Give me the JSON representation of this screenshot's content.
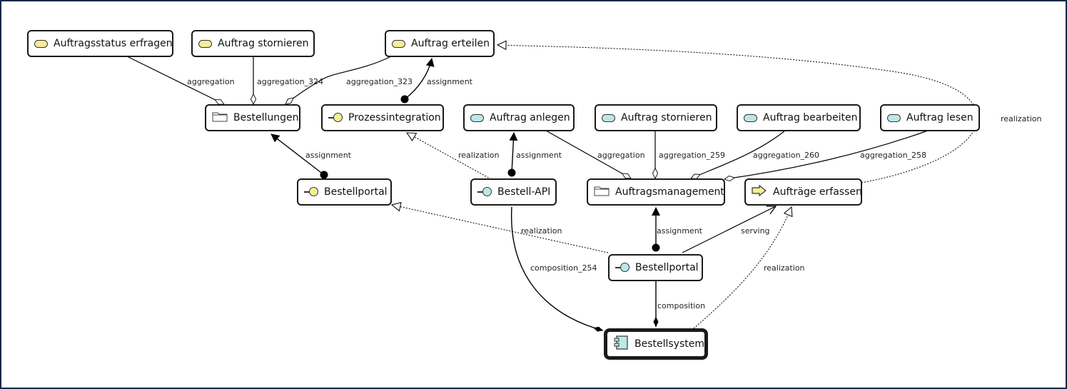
{
  "diagram": {
    "nodes": [
      {
        "id": "n1",
        "label": "Auftragsstatus erfragen",
        "icon": "business-service-icon"
      },
      {
        "id": "n2",
        "label": "Auftrag stornieren",
        "icon": "business-service-icon"
      },
      {
        "id": "n3",
        "label": "Auftrag erteilen",
        "icon": "business-service-icon"
      },
      {
        "id": "n4",
        "label": "Bestellungen",
        "icon": "folder-icon"
      },
      {
        "id": "n5",
        "label": "Prozessintegration",
        "icon": "business-interface-icon"
      },
      {
        "id": "n6",
        "label": "Auftrag anlegen",
        "icon": "application-service-icon"
      },
      {
        "id": "n7",
        "label": "Auftrag stornieren",
        "icon": "application-service-icon"
      },
      {
        "id": "n8",
        "label": "Auftrag bearbeiten",
        "icon": "application-service-icon"
      },
      {
        "id": "n9",
        "label": "Auftrag lesen",
        "icon": "application-service-icon"
      },
      {
        "id": "n10",
        "label": "Bestellportal",
        "icon": "business-interface-icon"
      },
      {
        "id": "n11",
        "label": "Bestell-API",
        "icon": "application-interface-icon"
      },
      {
        "id": "n12",
        "label": "Auftragsmanagement",
        "icon": "folder-icon"
      },
      {
        "id": "n13",
        "label": "Aufträge erfassen",
        "icon": "process-arrow-icon"
      },
      {
        "id": "n14",
        "label": "Bestellportal",
        "icon": "application-interface-icon"
      },
      {
        "id": "n15",
        "label": "Bestellsystem",
        "icon": "application-component-icon"
      }
    ],
    "edges": [
      {
        "id": "e1",
        "label": "aggregation"
      },
      {
        "id": "e2",
        "label": "aggregation_324"
      },
      {
        "id": "e3",
        "label": "aggregation_323"
      },
      {
        "id": "e4",
        "label": "assignment"
      },
      {
        "id": "e5",
        "label": "aggregation"
      },
      {
        "id": "e6",
        "label": "aggregation_259"
      },
      {
        "id": "e7",
        "label": "aggregation_260"
      },
      {
        "id": "e8",
        "label": "aggregation_258"
      },
      {
        "id": "e9",
        "label": "realization"
      },
      {
        "id": "e10",
        "label": "assignment"
      },
      {
        "id": "e11",
        "label": "realization"
      },
      {
        "id": "e12",
        "label": "assignment"
      },
      {
        "id": "e13",
        "label": "realization"
      },
      {
        "id": "e14",
        "label": "assignment"
      },
      {
        "id": "e15",
        "label": "serving"
      },
      {
        "id": "e16",
        "label": "composition_254"
      },
      {
        "id": "e17",
        "label": "realization"
      },
      {
        "id": "e18",
        "label": "composition"
      }
    ],
    "colors": {
      "business": "#f3ee97",
      "application": "#bde8e8",
      "border": "#1a1a1a",
      "frame": "#0d2b4a"
    }
  }
}
